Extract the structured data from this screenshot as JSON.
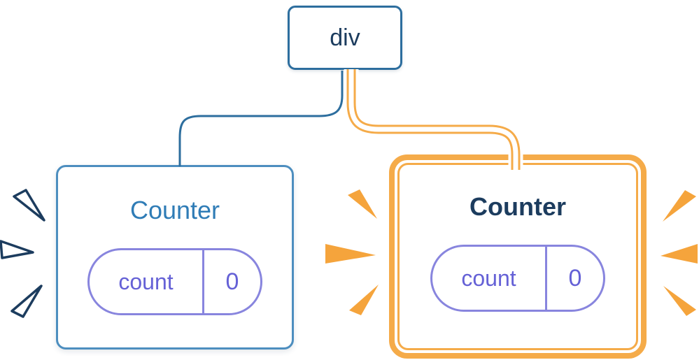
{
  "diagram": {
    "root": {
      "label": "div"
    },
    "children": [
      {
        "id": "left-counter",
        "title": "Counter",
        "state": {
          "key": "count",
          "value": "0"
        },
        "highlighted": false
      },
      {
        "id": "right-counter",
        "title": "Counter",
        "state": {
          "key": "count",
          "value": "0"
        },
        "highlighted": true
      }
    ]
  },
  "icons": {
    "left_card_emphasis": "burst-spark-icon",
    "right_card_emphasis": "burst-spark-icon"
  },
  "colors": {
    "blue_border": "#4d8ebf",
    "blue_text": "#2f7cb6",
    "blue_line": "#2d6e9e",
    "navy": "#1c3c5e",
    "orange": "#f5ab49",
    "orange_spark": "#f5a43c",
    "purple_border": "#8885de",
    "purple_text": "#6561d6"
  }
}
